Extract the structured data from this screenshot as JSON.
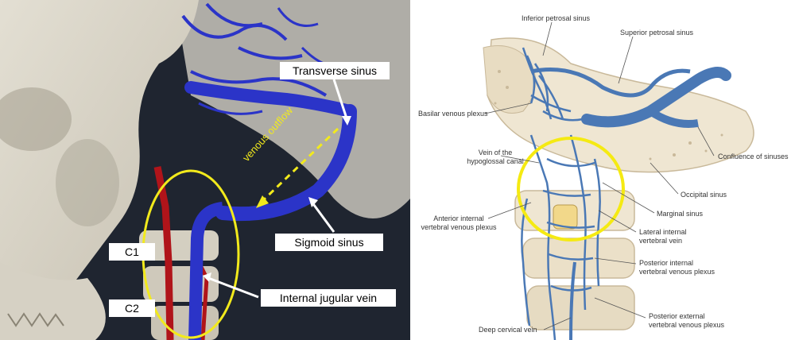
{
  "left_figure": {
    "labels": {
      "transverse_sinus": "Transverse sinus",
      "sigmoid_sinus": "Sigmoid sinus",
      "internal_jugular_vein": "Internal jugular vein",
      "c1": "C1",
      "c2": "C2",
      "venous_outflow": "venous outflow"
    },
    "colors": {
      "bone": "#d8d3c6",
      "background": "#1f2530",
      "vein": "#2b34c8",
      "artery": "#b0141a",
      "highlight": "#f2ea1c"
    }
  },
  "right_figure": {
    "labels": {
      "inferior_petrosal_sinus": "Inferior petrosal sinus",
      "superior_petrosal_sinus": "Superior petrosal sinus",
      "basilar_venous_plexus": "Basilar venous plexus",
      "vein_hypoglossal": "Vein of the\nhypoglossal canal",
      "confluence_sinuses": "Confluence of sinuses",
      "occipital_sinus": "Occipital sinus",
      "marginal_sinus": "Marginal sinus",
      "anterior_internal_plexus": "Anterior internal\nvertebral venous plexus",
      "lateral_internal_vein": "Lateral internal\nvertebral vein",
      "posterior_internal_plexus": "Posterior internal\nvertebral venous plexus",
      "posterior_external_plexus": "Posterior external\nvertebral venous plexus",
      "deep_cervical_vein": "Deep cervical vein"
    },
    "colors": {
      "bone": "#efe6d2",
      "vein": "#4a78b5",
      "highlight": "#f5ea12"
    }
  }
}
